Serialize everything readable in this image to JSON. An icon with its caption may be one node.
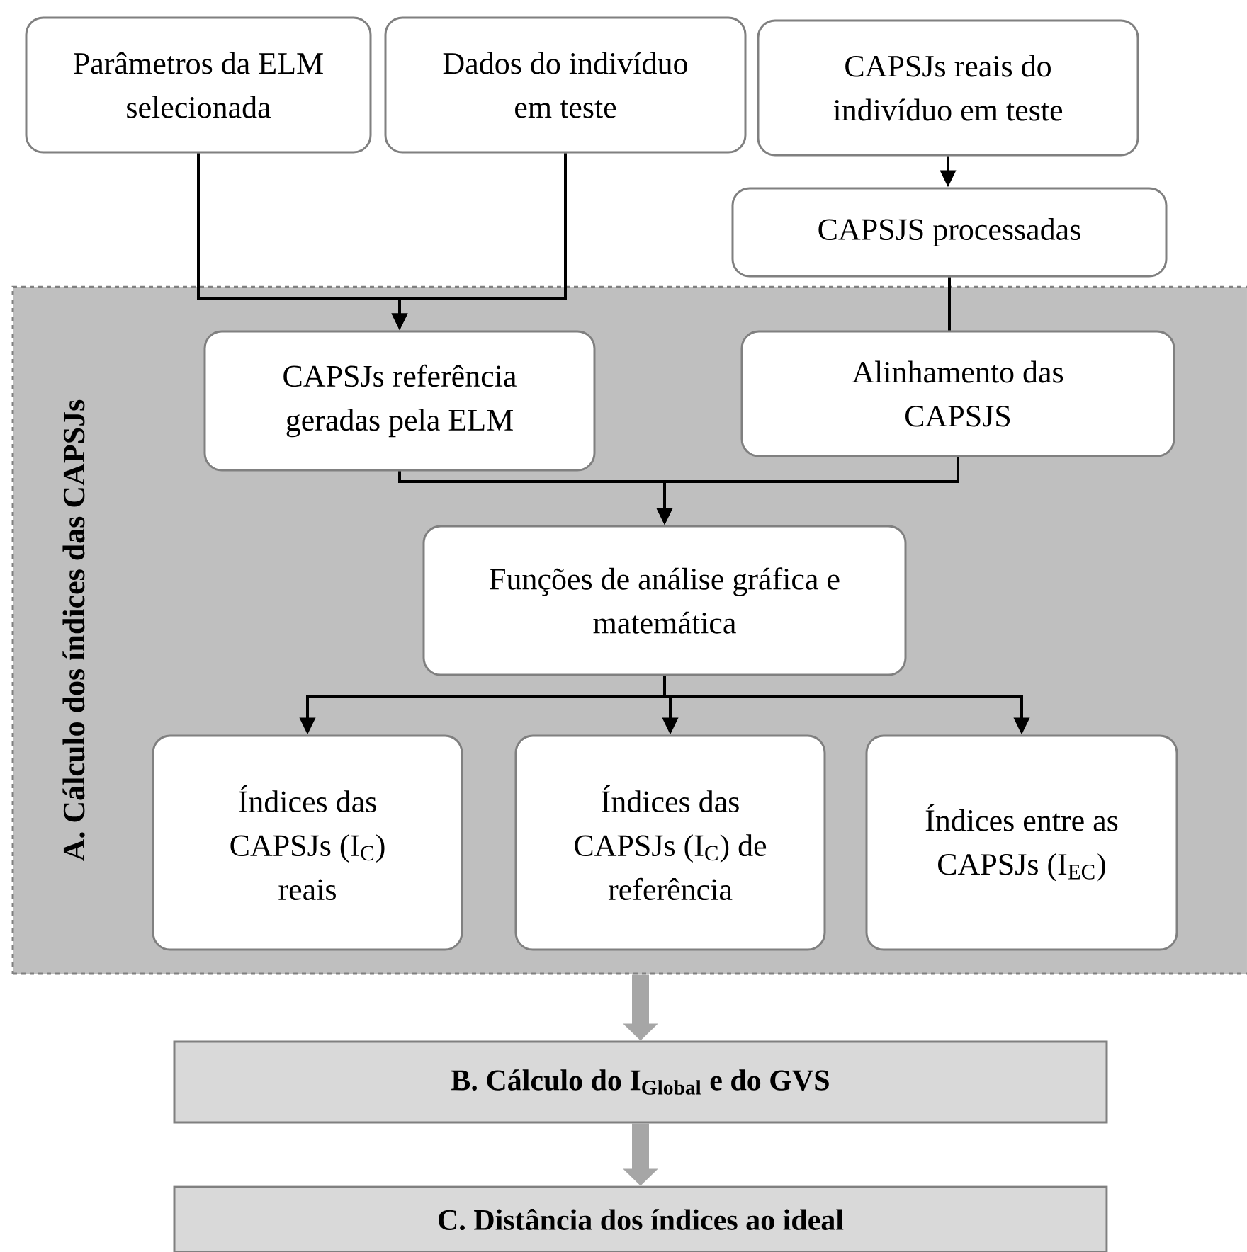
{
  "diagram": {
    "nodes": [
      {
        "text": [
          "Parâmetros da ELM selecionada"
        ]
      },
      {
        "text": [
          "Dados do indivíduo em teste"
        ]
      },
      {
        "text": [
          "CAPSJs reais do indivíduo em teste"
        ]
      },
      {
        "text": [
          "CAPSJS processadas"
        ]
      },
      {
        "text": [
          "A. Cálculo dos índices das CAPSJs"
        ]
      },
      {
        "text": [
          "CAPSJs referência geradas pela ELM"
        ],
        "in": 4
      },
      {
        "text": [
          "Alinhamento das CAPSJS"
        ],
        "in": 4
      },
      {
        "text": [
          "Funções de análise gráfica e matemática"
        ],
        "in": 4
      },
      {
        "text": [
          "Índices das CAPSJs (I$_{C}$) reais"
        ],
        "in": 4
      },
      {
        "text": [
          "Índices das CAPSJs (I$_{C}$) de referência"
        ],
        "in": 4
      },
      {
        "text": [
          "Índices entre as CAPSJs (I$_{EC}$)"
        ],
        "in": 4
      },
      {
        "text": [
          "B. Cálculo do I$_{Global}$ e do GVS"
        ]
      },
      {
        "text": [
          "C. Distância dos índices ao ideal"
        ]
      }
    ],
    "edges": [
      {
        "from": 0,
        "to": 5,
        "arrow": "to"
      },
      {
        "from": 1,
        "to": 5,
        "arrow": "to"
      },
      {
        "from": 2,
        "to": 3,
        "arrow": "to"
      },
      {
        "from": 3,
        "to": 6,
        "arrow": "none"
      },
      {
        "from": 5,
        "to": 7,
        "arrow": "to"
      },
      {
        "from": 6,
        "to": 7,
        "arrow": "to"
      },
      {
        "from": 7,
        "to": 8,
        "arrow": "to"
      },
      {
        "from": 7,
        "to": 9,
        "arrow": "to"
      },
      {
        "from": 7,
        "to": 10,
        "arrow": "to"
      },
      {
        "from": 4,
        "to": 11,
        "arrow": "to",
        "style": "thick",
        "color": "#a6a6a6"
      },
      {
        "from": 11,
        "to": 12,
        "arrow": "to",
        "style": "thick",
        "color": "#a6a6a6"
      }
    ]
  }
}
